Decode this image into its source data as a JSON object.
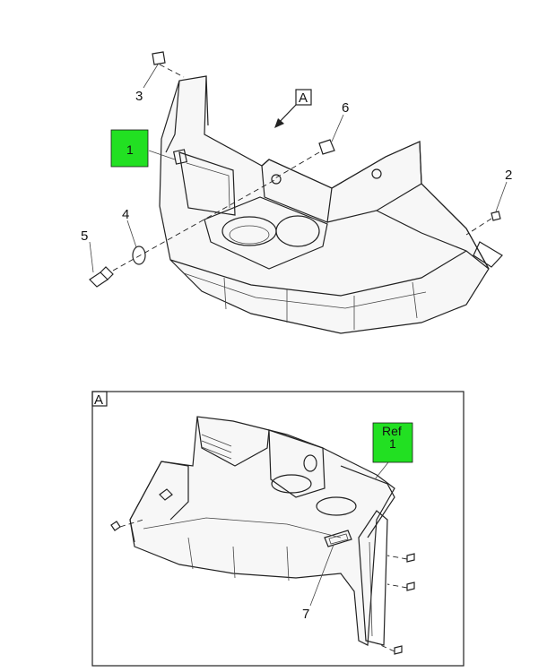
{
  "callouts": {
    "c1": "1",
    "c2": "2",
    "c3": "3",
    "c4": "4",
    "c5": "5",
    "c6": "6",
    "c7": "7"
  },
  "view_marker": "A",
  "detail_label": "A",
  "ref_label": {
    "line1": "Ref",
    "line2": "1"
  },
  "colors": {
    "highlight": "#22e022",
    "ink": "#222222"
  }
}
